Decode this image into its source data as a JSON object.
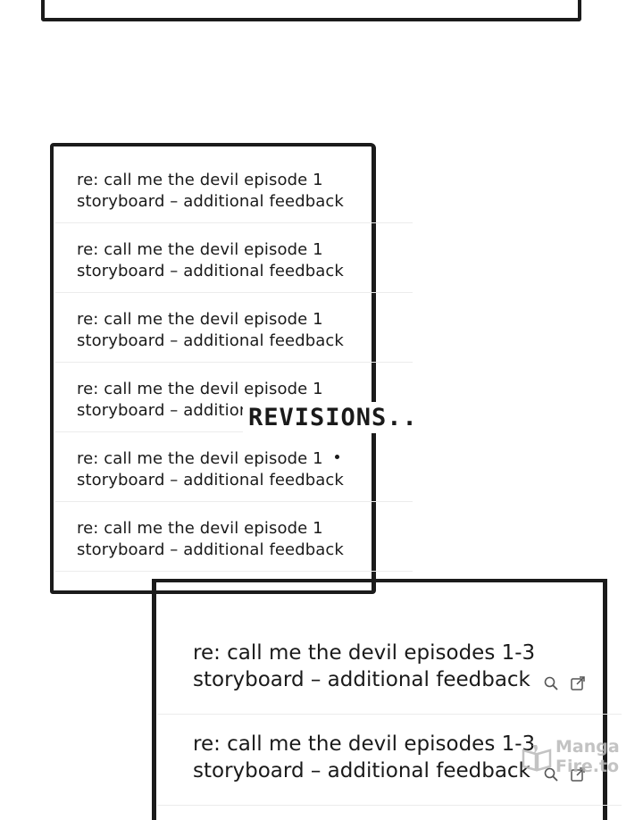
{
  "caption": "REVISIONS..",
  "email_list_1": [
    {
      "line1": "re: call me the devil episode 1",
      "line2": "storyboard – additional feedback"
    },
    {
      "line1": "re: call me the devil episode 1",
      "line2": "storyboard – additional feedback"
    },
    {
      "line1": "re: call me the devil episode 1",
      "line2": "storyboard – additional feedback"
    },
    {
      "line1": "re: call me the devil episode 1",
      "line2": "storyboard – additional feedback"
    },
    {
      "line1": "re: call me the devil episode 1",
      "line2": "storyboard – additional feedback"
    },
    {
      "line1": "re: call me the devil episode 1",
      "line2": "storyboard – additional feedback"
    }
  ],
  "email_list_2": [
    {
      "line1": "re: call me the devil episodes 1-3",
      "line2": "storyboard – additional feedback",
      "icons": [
        "search-icon",
        "open-external-icon"
      ]
    },
    {
      "line1": "re: call me the devil episodes 1-3",
      "line2": "storyboard – additional feedback",
      "icons": [
        "search-icon",
        "open-external-icon"
      ]
    }
  ],
  "watermark": {
    "line1": "Manga",
    "line2": "Fire.to"
  }
}
